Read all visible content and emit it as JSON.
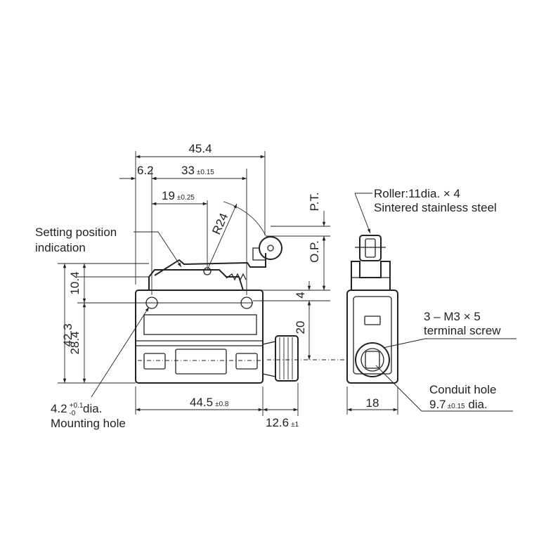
{
  "dimensions": {
    "overall_width": "45.4",
    "dim_6_2": "6.2",
    "dim_33": "33",
    "tol_33": "±0.15",
    "dim_19": "19",
    "tol_19": "±0.25",
    "radius": "R24",
    "pt": "P.T.",
    "op": "O.P.",
    "dim_10_4": "10.4",
    "height_42_3": "42.3",
    "dim_28_4": "28.4",
    "dim_4": "4",
    "dim_20": "20",
    "dim_44_5": "44.5",
    "tol_44_5": "±0.8",
    "dim_12_6": "12.6",
    "tol_12_6": "±1",
    "side_width": "18"
  },
  "callouts": {
    "setting_position_line1": "Setting position",
    "setting_position_line2": "indication",
    "roller_line1": "Roller:11dia. × 4",
    "roller_line2": "Sintered stainless steel",
    "terminal_line1": "3 – M3 × 5",
    "terminal_line2": "terminal screw",
    "conduit_line1": "Conduit hole",
    "conduit_value": "9.7",
    "conduit_tol": "±0.15",
    "conduit_unit": " dia.",
    "mounting_value": "4.2",
    "mounting_tol_upper": "+0.1",
    "mounting_tol_lower": "-0",
    "mounting_unit": " dia.",
    "mounting_line2": "Mounting hole"
  }
}
